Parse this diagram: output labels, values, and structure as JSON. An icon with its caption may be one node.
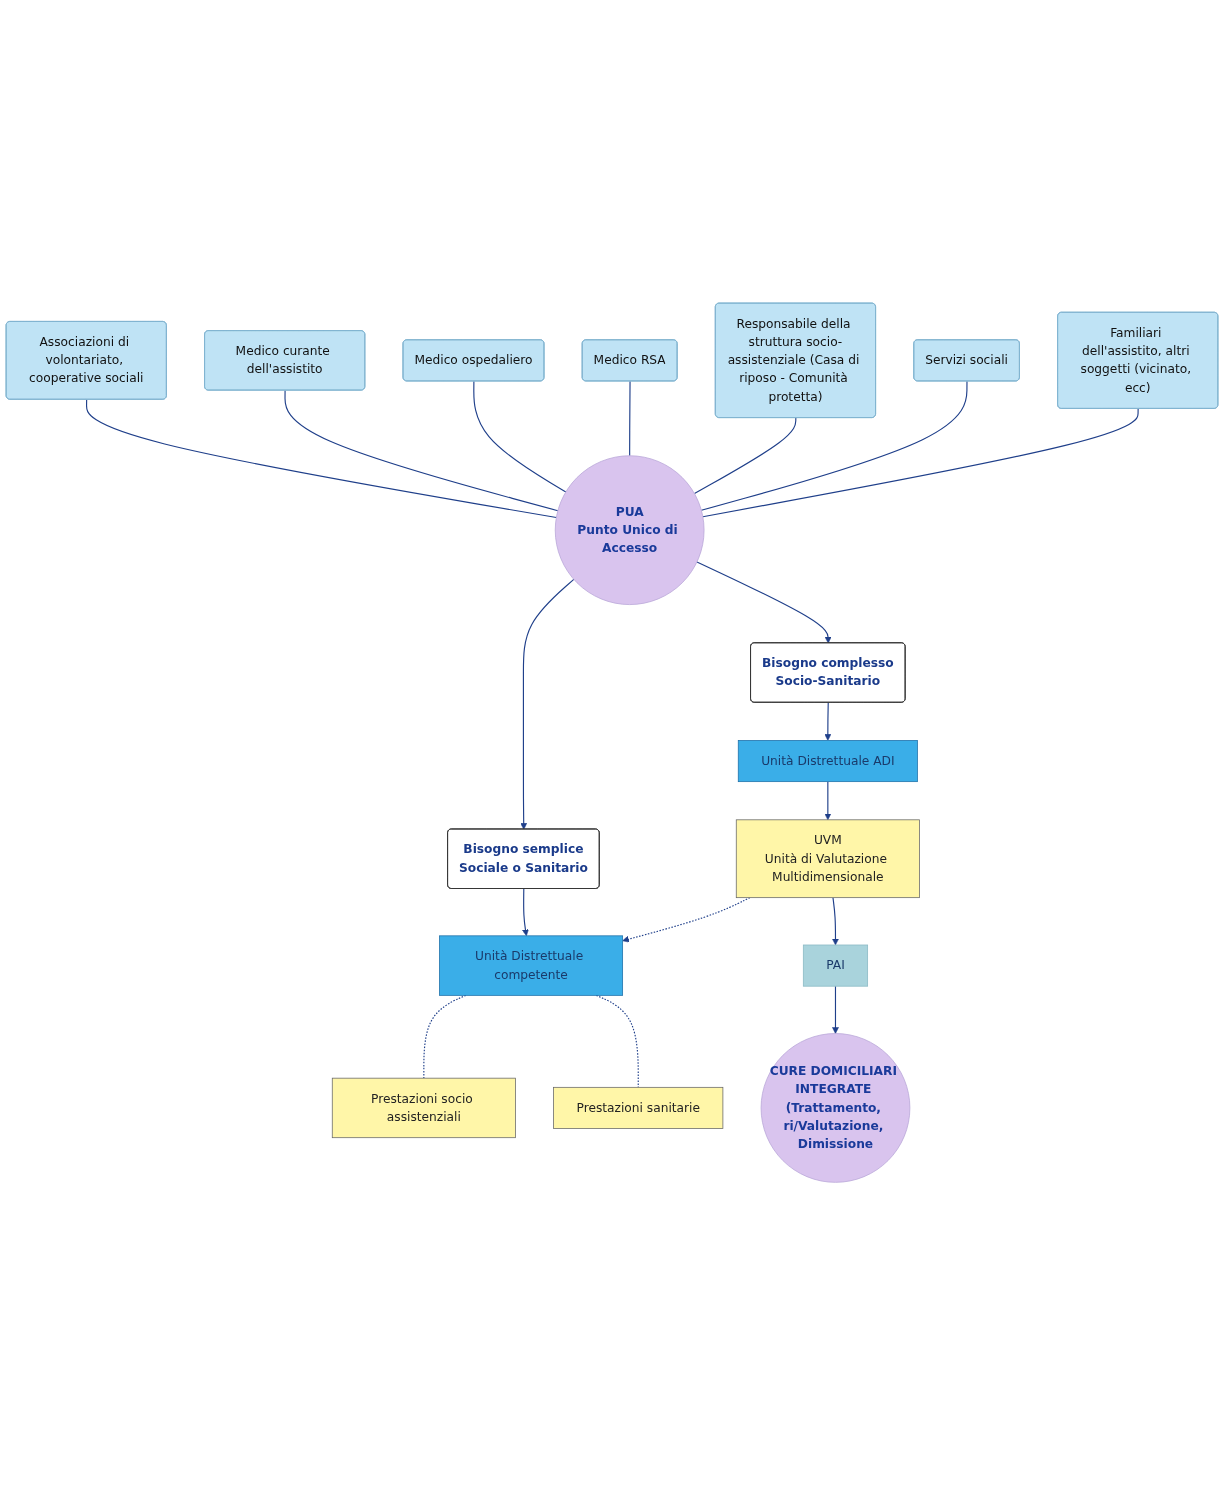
{
  "diagram": {
    "nodes": [
      {
        "text": [
          "Associazioni di volontariato, cooperative sociali"
        ]
      },
      {
        "text": [
          "Medico curante dell'assistito"
        ]
      },
      {
        "text": [
          "Medico ospedaliero"
        ]
      },
      {
        "text": [
          "Medico RSA"
        ]
      },
      {
        "text": [
          "Responsabile della struttura socio-assistenziale (Casa di riposo - Comunità protetta)"
        ]
      },
      {
        "text": [
          "Servizi sociali"
        ]
      },
      {
        "text": [
          "Familiari dell'assistito, altri soggetti (vicinato, ecc)"
        ]
      },
      {
        "text": [
          "PUA",
          "Punto Unico di Accesso"
        ]
      },
      {
        "text": [
          "Bisogno semplice",
          "Sociale o Sanitario"
        ]
      },
      {
        "text": [
          "Bisogno complesso",
          "Socio-Sanitario"
        ]
      },
      {
        "text": [
          "Unità Distrettuale competente"
        ]
      },
      {
        "text": [
          "Unità Distrettuale ADI"
        ]
      },
      {
        "text": [
          "Prestazioni socio assistenziali"
        ]
      },
      {
        "text": [
          "Prestazioni sanitarie"
        ]
      },
      {
        "text": [
          "UVM",
          "Unità di Valutazione Multidimensionale"
        ]
      },
      {
        "text": [
          "PAI"
        ]
      },
      {
        "text": [
          "CURE DOMICILIARI INTEGRATE (Trattamento, ri/Valutazione, Dimissione"
        ]
      }
    ],
    "edges": [
      {
        "from": 0,
        "to": 7,
        "arrow": "none"
      },
      {
        "from": 1,
        "to": 7,
        "arrow": "none"
      },
      {
        "from": 2,
        "to": 7,
        "arrow": "none"
      },
      {
        "from": 3,
        "to": 7,
        "arrow": "none"
      },
      {
        "from": 4,
        "to": 7,
        "arrow": "none"
      },
      {
        "from": 5,
        "to": 7,
        "arrow": "none"
      },
      {
        "from": 6,
        "to": 7,
        "arrow": "none"
      },
      {
        "from": 7,
        "to": 8,
        "arrow": "to"
      },
      {
        "from": 7,
        "to": 9,
        "arrow": "to"
      },
      {
        "from": 8,
        "to": 10,
        "arrow": "to"
      },
      {
        "from": 9,
        "to": 11,
        "arrow": "to"
      },
      {
        "from": 10,
        "to": 12,
        "arrow": "none",
        "style": "dashed"
      },
      {
        "from": 10,
        "to": 13,
        "arrow": "none",
        "style": "dashed"
      },
      {
        "from": 11,
        "to": 14,
        "arrow": "to"
      },
      {
        "from": 14,
        "to": 15,
        "arrow": "to"
      },
      {
        "from": 15,
        "to": 16,
        "arrow": "to"
      },
      {
        "from": 14,
        "to": 10,
        "arrow": "to",
        "style": "dashed"
      }
    ]
  }
}
